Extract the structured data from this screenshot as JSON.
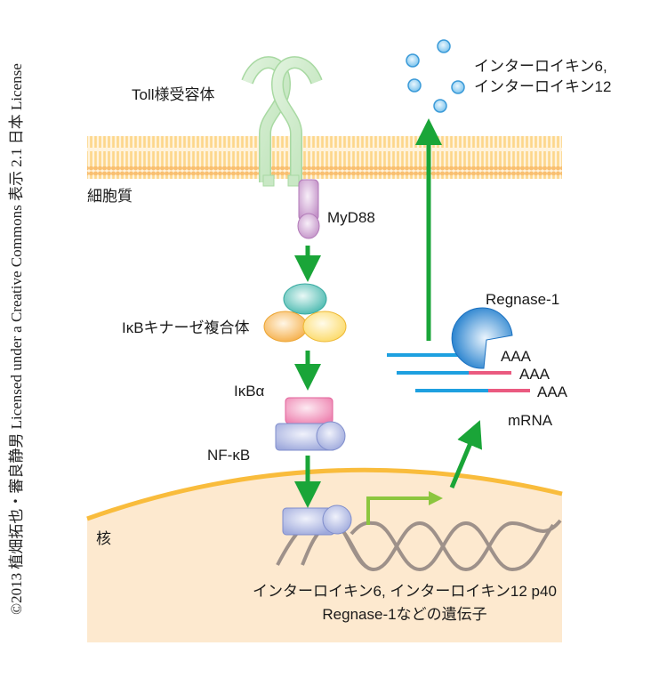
{
  "credit": "©2013 植畑拓也・審良静男 Licensed under a Creative Commons 表示 2.1 日本 License",
  "labels": {
    "toll_like_receptor": "Toll様受容体",
    "cytoplasm": "細胞質",
    "myd88": "MyD88",
    "ikb_kinase_complex": "IκBキナーゼ複合体",
    "ikb_alpha": "IκBα",
    "nf_kb": "NF-κB",
    "nucleus": "核",
    "cytokines_line1": "インターロイキン6,",
    "cytokines_line2": "インターロイキン12",
    "regnase": "Regnase-1",
    "poly_a": [
      "AAA",
      "AAA",
      "AAA"
    ],
    "mrna": "mRNA",
    "genes_line1": "インターロイキン6, インターロイキン12 p40",
    "genes_line2": "Regnase-1などの遺伝子"
  },
  "colors": {
    "arrow_green": "#1aa538",
    "transcription_arrow": "#8cc63f",
    "membrane": "#fdd58a",
    "membrane_head": "#f9b863",
    "nucleus_fill": "#fde9cf",
    "nucleus_border": "#f9bc3c",
    "receptor": "#c9e8c5",
    "myd88": "#c99acd",
    "ikk_top": "#4fbfb5",
    "ikk_left": "#f7b74e",
    "ikk_right": "#fde07a",
    "ikb": "#f08cb6",
    "nfkb": "#a8b2e0",
    "regnase": "#1f7fd0",
    "mrna_blue": "#1ea0e0",
    "mrna_red": "#ea5a80",
    "dna": "#9e918a",
    "cytokine": "#8fcdf0"
  }
}
